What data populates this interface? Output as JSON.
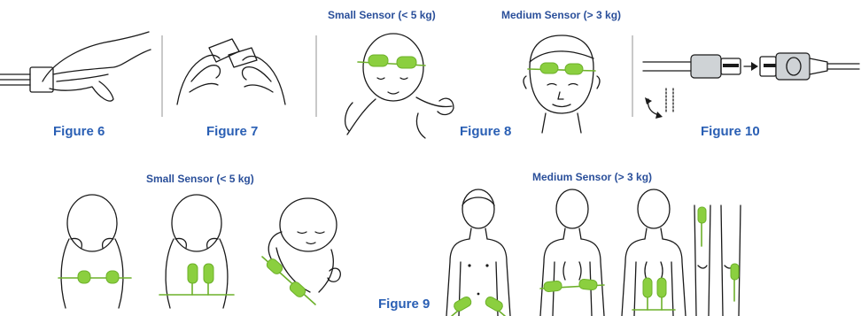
{
  "labels": {
    "small_sensor_top": "Small Sensor (< 5 kg)",
    "medium_sensor_top": "Medium Sensor (> 3 kg)",
    "small_sensor_bottom": "Small Sensor (< 5 kg)",
    "medium_sensor_bottom": "Medium Sensor (> 3 kg)",
    "figure_6": "Figure 6",
    "figure_7": "Figure 7",
    "figure_8": "Figure 8",
    "figure_9": "Figure 9",
    "figure_10": "Figure 10"
  },
  "colors": {
    "sensor_green": "#8bcf3f",
    "caption_blue": "#2a5fb4",
    "heading_blue": "#2a4f9a",
    "divider_gray": "#c9c9c9"
  }
}
